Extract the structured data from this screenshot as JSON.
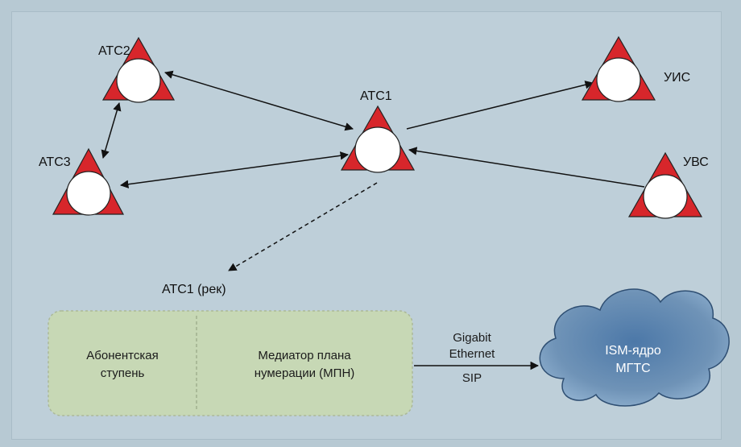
{
  "nodes": [
    {
      "id": "ats2",
      "label": "АТС2"
    },
    {
      "id": "ats1",
      "label": "АТС1"
    },
    {
      "id": "ats3",
      "label": "АТС3"
    },
    {
      "id": "uis",
      "label": "УИС"
    },
    {
      "id": "uvs",
      "label": "УВС"
    }
  ],
  "backup_label": "АТС1 (рек)",
  "box": {
    "left_label_line1": "Абонентская",
    "left_label_line2": "ступень",
    "right_label_line1": "Медиатор плана",
    "right_label_line2": "нумерации (МПН)"
  },
  "link": {
    "line1": "Gigabit",
    "line2": "Ethernet",
    "line3": "SIP"
  },
  "cloud": {
    "line1": "ISM-ядро",
    "line2": "МГТС"
  },
  "colors": {
    "triangle": "#d7262b",
    "circle": "#ffffff",
    "box_fill": "#c8d9b4",
    "cloud_fill": "#6f93b7"
  }
}
